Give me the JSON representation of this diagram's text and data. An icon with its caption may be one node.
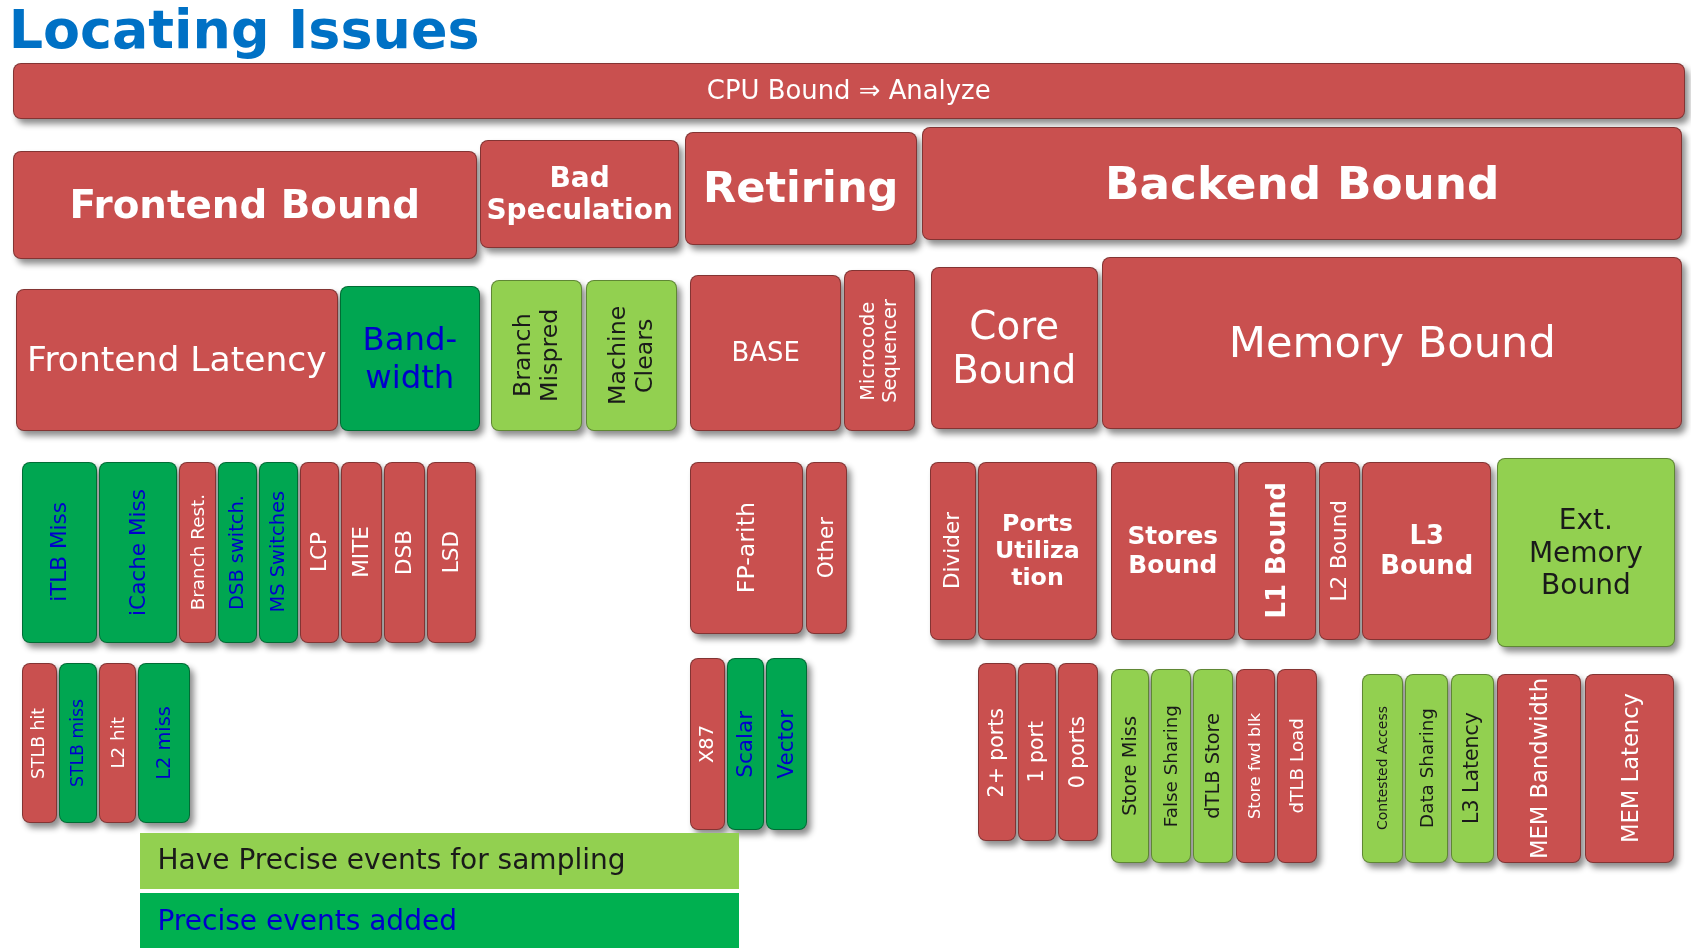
{
  "diagram": {
    "title": "Locating Issues",
    "nodes": [
      {
        "text": [
          "CPU Bound ⇒ Analyze"
        ]
      },
      {
        "text": [
          "Frontend Bound"
        ]
      },
      {
        "text": [
          "Bad Speculation"
        ]
      },
      {
        "text": [
          "Retiring"
        ]
      },
      {
        "text": [
          "Backend Bound"
        ]
      },
      {
        "text": [
          "Frontend Latency"
        ]
      },
      {
        "text": [
          "Band-width"
        ]
      },
      {
        "text": [
          "Branch Mispred"
        ]
      },
      {
        "text": [
          "Machine Clears"
        ]
      },
      {
        "text": [
          "BASE"
        ]
      },
      {
        "text": [
          "Microcode Sequencer"
        ]
      },
      {
        "text": [
          "Core Bound"
        ]
      },
      {
        "text": [
          "Memory Bound"
        ]
      },
      {
        "text": [
          "iTLB Miss"
        ]
      },
      {
        "text": [
          "iCache Miss"
        ]
      },
      {
        "text": [
          "Branch Rest."
        ]
      },
      {
        "text": [
          "DSB switch."
        ]
      },
      {
        "text": [
          "MS Switches"
        ]
      },
      {
        "text": [
          "LCP"
        ]
      },
      {
        "text": [
          "MITE"
        ]
      },
      {
        "text": [
          "DSB"
        ]
      },
      {
        "text": [
          "LSD"
        ]
      },
      {
        "text": [
          "FP-arith"
        ]
      },
      {
        "text": [
          "Other"
        ]
      },
      {
        "text": [
          "Divider"
        ]
      },
      {
        "text": [
          "Ports Utilization"
        ]
      },
      {
        "text": [
          "Stores Bound"
        ]
      },
      {
        "text": [
          "L1 Bound"
        ]
      },
      {
        "text": [
          "L2 Bound"
        ]
      },
      {
        "text": [
          "L3 Bound"
        ]
      },
      {
        "text": [
          "Ext. Memory Bound"
        ]
      },
      {
        "text": [
          "STLB hit"
        ]
      },
      {
        "text": [
          "STLB miss"
        ]
      },
      {
        "text": [
          "L2 hit"
        ]
      },
      {
        "text": [
          "L2 miss"
        ]
      },
      {
        "text": [
          "X87"
        ]
      },
      {
        "text": [
          "Scalar"
        ]
      },
      {
        "text": [
          "Vector"
        ]
      },
      {
        "text": [
          "2+ ports"
        ]
      },
      {
        "text": [
          "1 port"
        ]
      },
      {
        "text": [
          "0 ports"
        ]
      },
      {
        "text": [
          "Store Miss"
        ]
      },
      {
        "text": [
          "False Sharing"
        ]
      },
      {
        "text": [
          "dTLB Store"
        ]
      },
      {
        "text": [
          "Store fwd blk"
        ]
      },
      {
        "text": [
          "dTLB Load"
        ]
      },
      {
        "text": [
          "Contested Access"
        ]
      },
      {
        "text": [
          "Data Sharing"
        ]
      },
      {
        "text": [
          "L3 Latency"
        ]
      },
      {
        "text": [
          "MEM Bandwidth"
        ]
      },
      {
        "text": [
          "MEM Latency"
        ]
      }
    ],
    "edges": [],
    "legend": [
      {
        "text": "Have Precise events for sampling",
        "color": "#92d050"
      },
      {
        "text": "Precise events added",
        "color": "#00b050"
      }
    ]
  }
}
